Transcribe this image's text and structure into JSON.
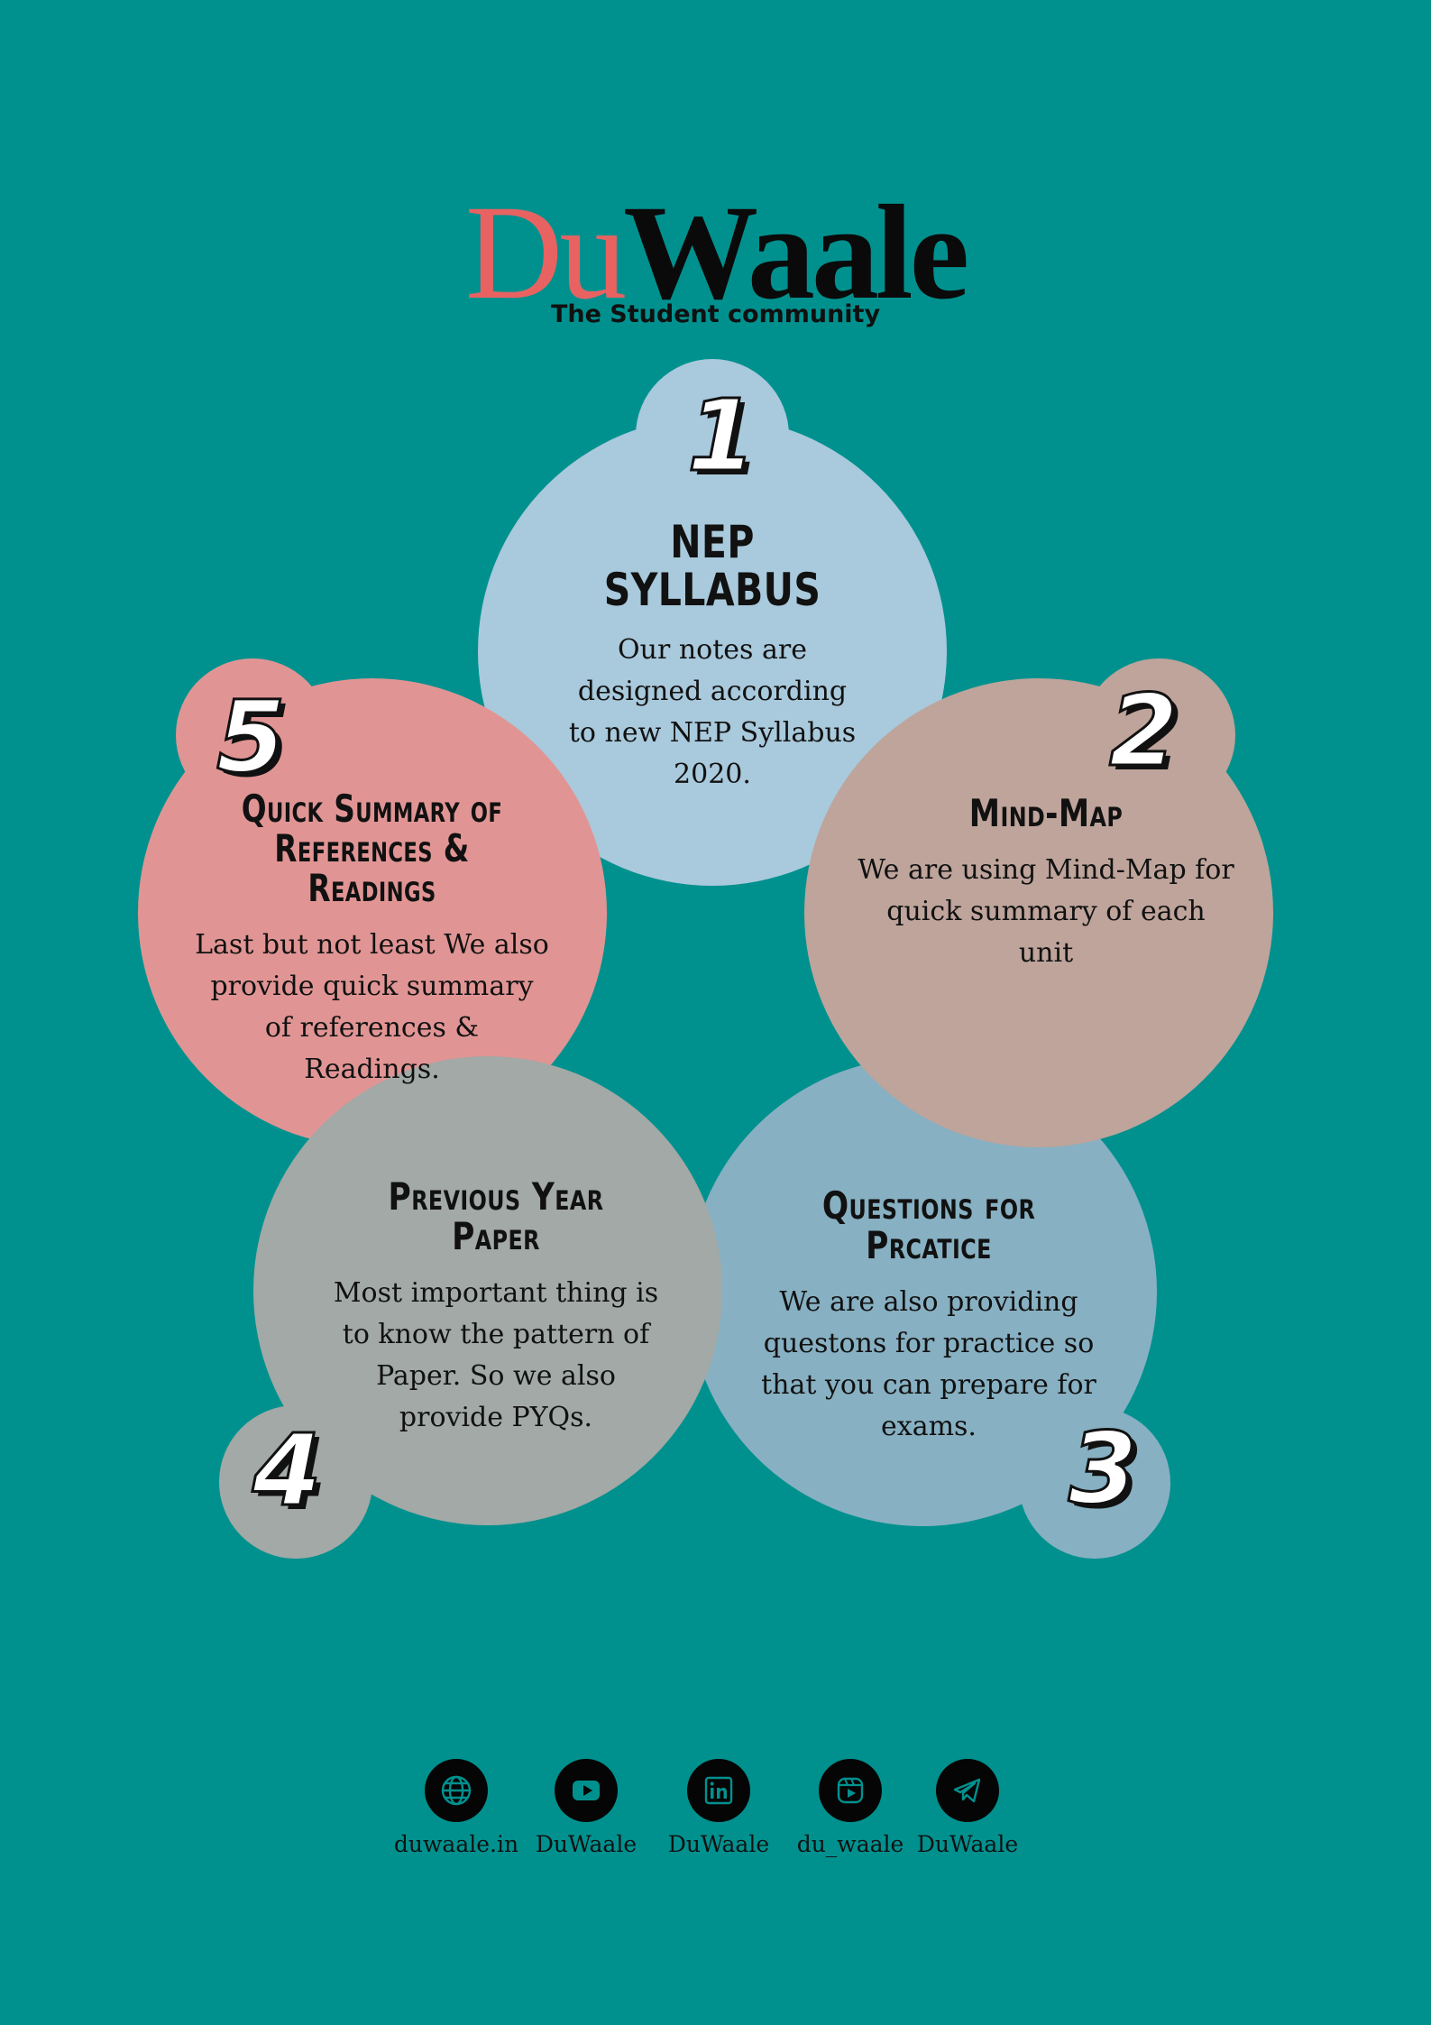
{
  "brand": {
    "name_part1": "Du",
    "name_part2": "Waale",
    "tagline": "The Student community",
    "color_du": "#e86262",
    "color_waale": "#0a0a0a"
  },
  "background_color": "#00918f",
  "features": [
    {
      "number": "1",
      "title": "NEP SYLLABUS",
      "description": "Our notes are designed according to new NEP Syllabus 2020.",
      "color": "#a9c9dc"
    },
    {
      "number": "2",
      "title": "Mind-Map",
      "description": "We are using Mind-Map for quick summary of each unit",
      "color": "#bea49b"
    },
    {
      "number": "3",
      "title": "Questions for Prcatice",
      "description": "We are also providing questons for practice so that you can prepare for exams.",
      "color": "#87b0c2"
    },
    {
      "number": "4",
      "title": "Previous Year Paper",
      "description": "Most important thing is to know the pattern of Paper. So we also provide PYQs.",
      "color": "#a2a9a6"
    },
    {
      "number": "5",
      "title": "Quick Summary of References & Readings",
      "description": "Last but not least We also provide quick summary of references & Readings.",
      "color": "#e09594"
    }
  ],
  "socials": [
    {
      "icon": "globe-icon",
      "label": "duwaale.in"
    },
    {
      "icon": "youtube-icon",
      "label": "DuWaale"
    },
    {
      "icon": "linkedin-icon",
      "label": "DuWaale"
    },
    {
      "icon": "instagram-icon",
      "label": "du_waale"
    },
    {
      "icon": "telegram-icon",
      "label": "DuWaale"
    }
  ]
}
